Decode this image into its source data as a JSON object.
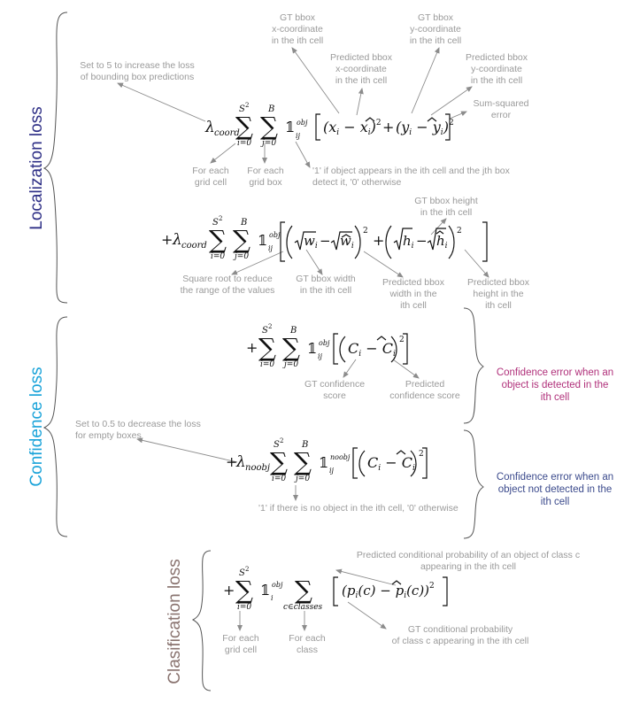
{
  "sections": {
    "localization": {
      "label": "Localization loss",
      "color": "#2e2f86"
    },
    "confidence": {
      "label": "Confidence loss",
      "color": "#1aa3d9"
    },
    "classification": {
      "label": "Clasification loss",
      "color": "#8a7470"
    }
  },
  "annotations": {
    "gt_x": [
      "GT bbox",
      "x-coordinate",
      "in the ith cell"
    ],
    "gt_y": [
      "GT bbox",
      "y-coordinate",
      "in the ith cell"
    ],
    "pred_x": [
      "Predicted bbox",
      "x-coordinate",
      "in the ith cell"
    ],
    "pred_y": [
      "Predicted bbox",
      "y-coordinate",
      "in the ith cell"
    ],
    "lambda_coord": [
      "Set to 5 to increase the loss",
      "of bounding box predictions"
    ],
    "sum_squared": [
      "Sum-squared",
      "error"
    ],
    "each_grid_cell_1": [
      "For each",
      "grid cell"
    ],
    "each_grid_box": [
      "For each",
      "grid box"
    ],
    "obj_indicator": [
      "'1' if object appears in the ith cell and the jth box",
      "detect it, '0' otherwise"
    ],
    "gt_height": [
      "GT bbox height",
      "in the ith cell"
    ],
    "sqrt_note": [
      "Square root to reduce",
      "the range of the values"
    ],
    "gt_width": [
      "GT bbox width",
      "in the ith cell"
    ],
    "pred_width": [
      "Predicted bbox",
      "width in the",
      "ith cell"
    ],
    "pred_height": [
      "Predicted bbox",
      "height in the",
      "ith cell"
    ],
    "gt_conf": [
      "GT confidence",
      "score"
    ],
    "pred_conf": [
      "Predicted",
      "confidence score"
    ],
    "lambda_noobj": [
      "Set to 0.5 to decrease the loss",
      "for empty boxes"
    ],
    "noobj_indicator": [
      "'1' if there is no object in the ith cell, '0' otherwise"
    ],
    "pred_class": [
      "Predicted conditional probability of an object of class c",
      "appearing in the ith cell"
    ],
    "gt_class": [
      "GT conditional probability",
      "of class c appearing in the ith cell"
    ],
    "each_grid_cell_2": [
      "For each",
      "grid cell"
    ],
    "each_class": [
      "For each",
      "class"
    ]
  },
  "side_notes": {
    "obj": {
      "lines": [
        "Confidence error when an",
        "object is detected in the",
        "ith cell"
      ],
      "color": "#b0307a"
    },
    "noobj": {
      "lines": [
        "Confidence error when an",
        "object not detected in the",
        "ith cell"
      ],
      "color": "#3b4a8c"
    }
  },
  "formula": {
    "plus": "+",
    "lambda": "λ",
    "coord": "coord",
    "noobj": "noobj",
    "sum": "∑",
    "S2": "S",
    "two": "2",
    "B": "B",
    "i0": "i=0",
    "j0": "j=0",
    "one": "𝟙",
    "obj": "obj",
    "ij": "ij",
    "i": "i",
    "c_in_classes": "c∈classes",
    "term1": "(x",
    "term1b": " − ",
    "term1c": "x",
    "term2": "(y",
    "term2c": "y",
    "sq": "2",
    "C": "C",
    "p": "p",
    "w": "w",
    "h": "h"
  }
}
